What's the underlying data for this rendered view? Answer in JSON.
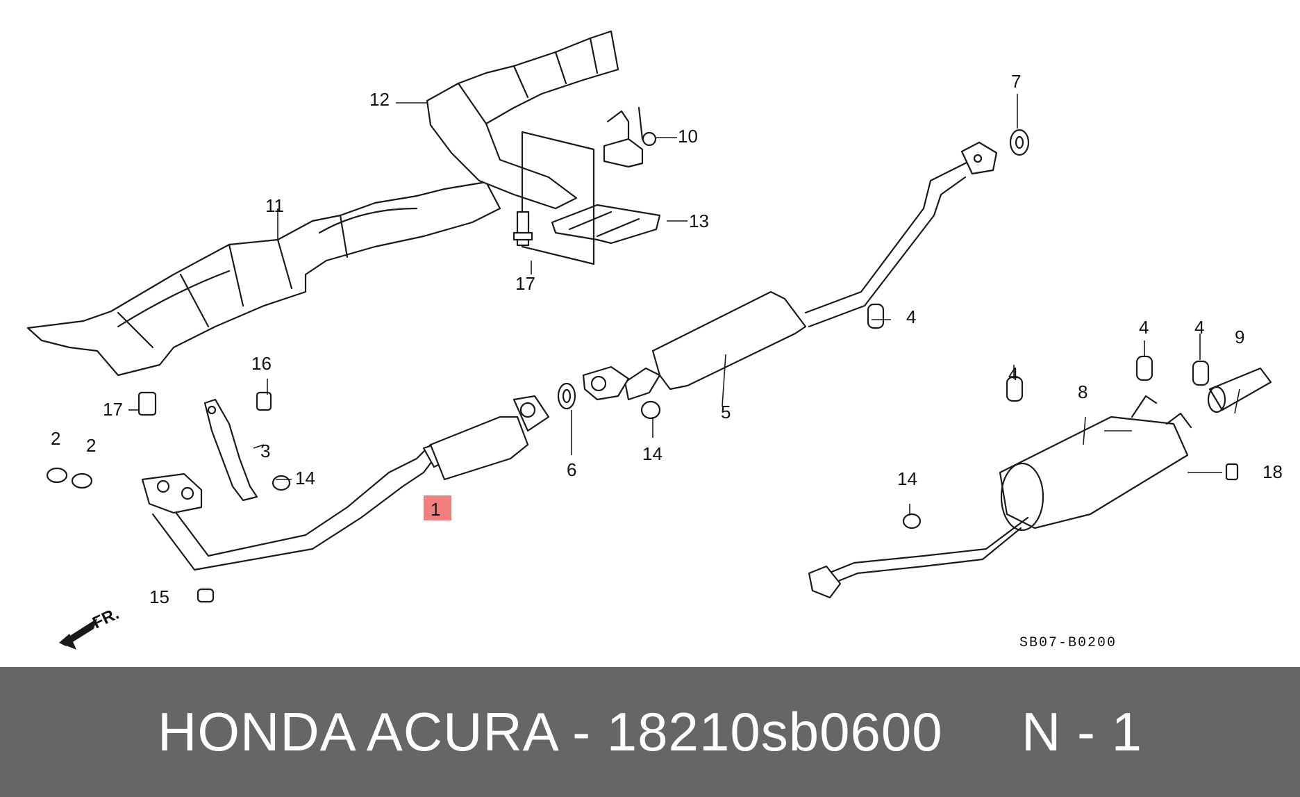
{
  "diagram": {
    "title_code": "SB07-B0200",
    "direction_label": "FR.",
    "callouts": [
      "1",
      "2",
      "2",
      "3",
      "4",
      "4",
      "4",
      "4",
      "5",
      "6",
      "7",
      "8",
      "9",
      "10",
      "11",
      "12",
      "13",
      "14",
      "14",
      "14",
      "15",
      "16",
      "17",
      "17",
      "18"
    ],
    "highlighted_callout": "1",
    "colors": {
      "highlight": "#f08080",
      "line": "#1a1a1a",
      "background": "#ffffff"
    }
  },
  "footer": {
    "text": "HONDA ACURA - 18210sb0600     N - 1",
    "background": "#666666"
  }
}
